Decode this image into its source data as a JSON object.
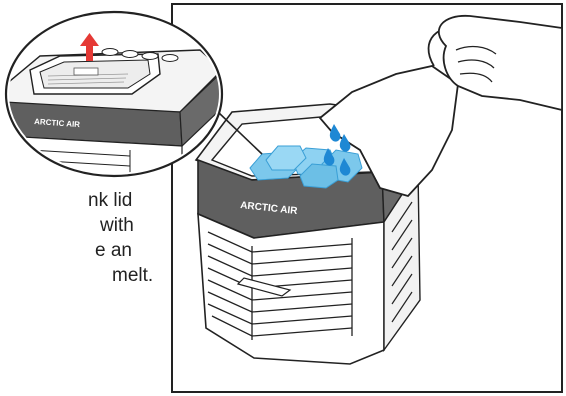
{
  "brand": {
    "label": "ARCTIC AIR"
  },
  "caption": {
    "lines": [
      "nk lid",
      "with",
      "e an",
      "melt."
    ]
  },
  "colors": {
    "ice": "#7cc8ec",
    "ice_dark": "#3a9fd6",
    "water_drop": "#1e88d4",
    "lid_arrow": "#e53935",
    "band_dark": "#5f5f5f",
    "outline": "#222222"
  },
  "icons": {
    "arrow": "up-arrow-icon",
    "drops": "water-drop-icon"
  }
}
